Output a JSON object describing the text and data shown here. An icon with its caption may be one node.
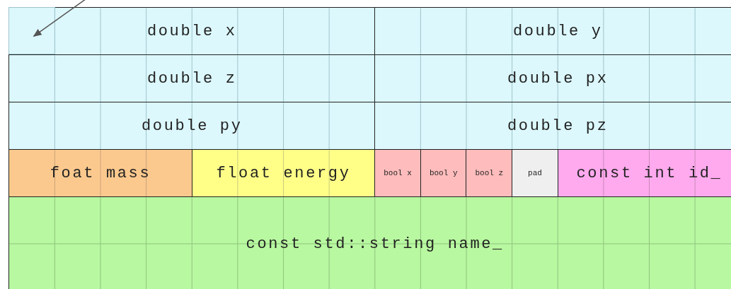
{
  "diagram": {
    "nodes": [
      {
        "text": [
          "double x"
        ]
      },
      {
        "text": [
          "double y"
        ]
      },
      {
        "text": [
          "double z"
        ]
      },
      {
        "text": [
          "double px"
        ]
      },
      {
        "text": [
          "double py"
        ]
      },
      {
        "text": [
          "double pz"
        ]
      },
      {
        "text": [
          "foat mass"
        ]
      },
      {
        "text": [
          "float energy"
        ]
      },
      {
        "text": [
          "bool x"
        ]
      },
      {
        "text": [
          "bool y"
        ]
      },
      {
        "text": [
          "bool z"
        ]
      },
      {
        "text": [
          "pad"
        ]
      },
      {
        "text": [
          "const int id_"
        ]
      },
      {
        "text": [
          "const std::string name_"
        ]
      },
      {
        "text": [],
        "shape": "box",
        "in": 0
      }
    ],
    "edges": [
      {
        "from": null,
        "to": 14,
        "arrow": "to"
      }
    ]
  }
}
